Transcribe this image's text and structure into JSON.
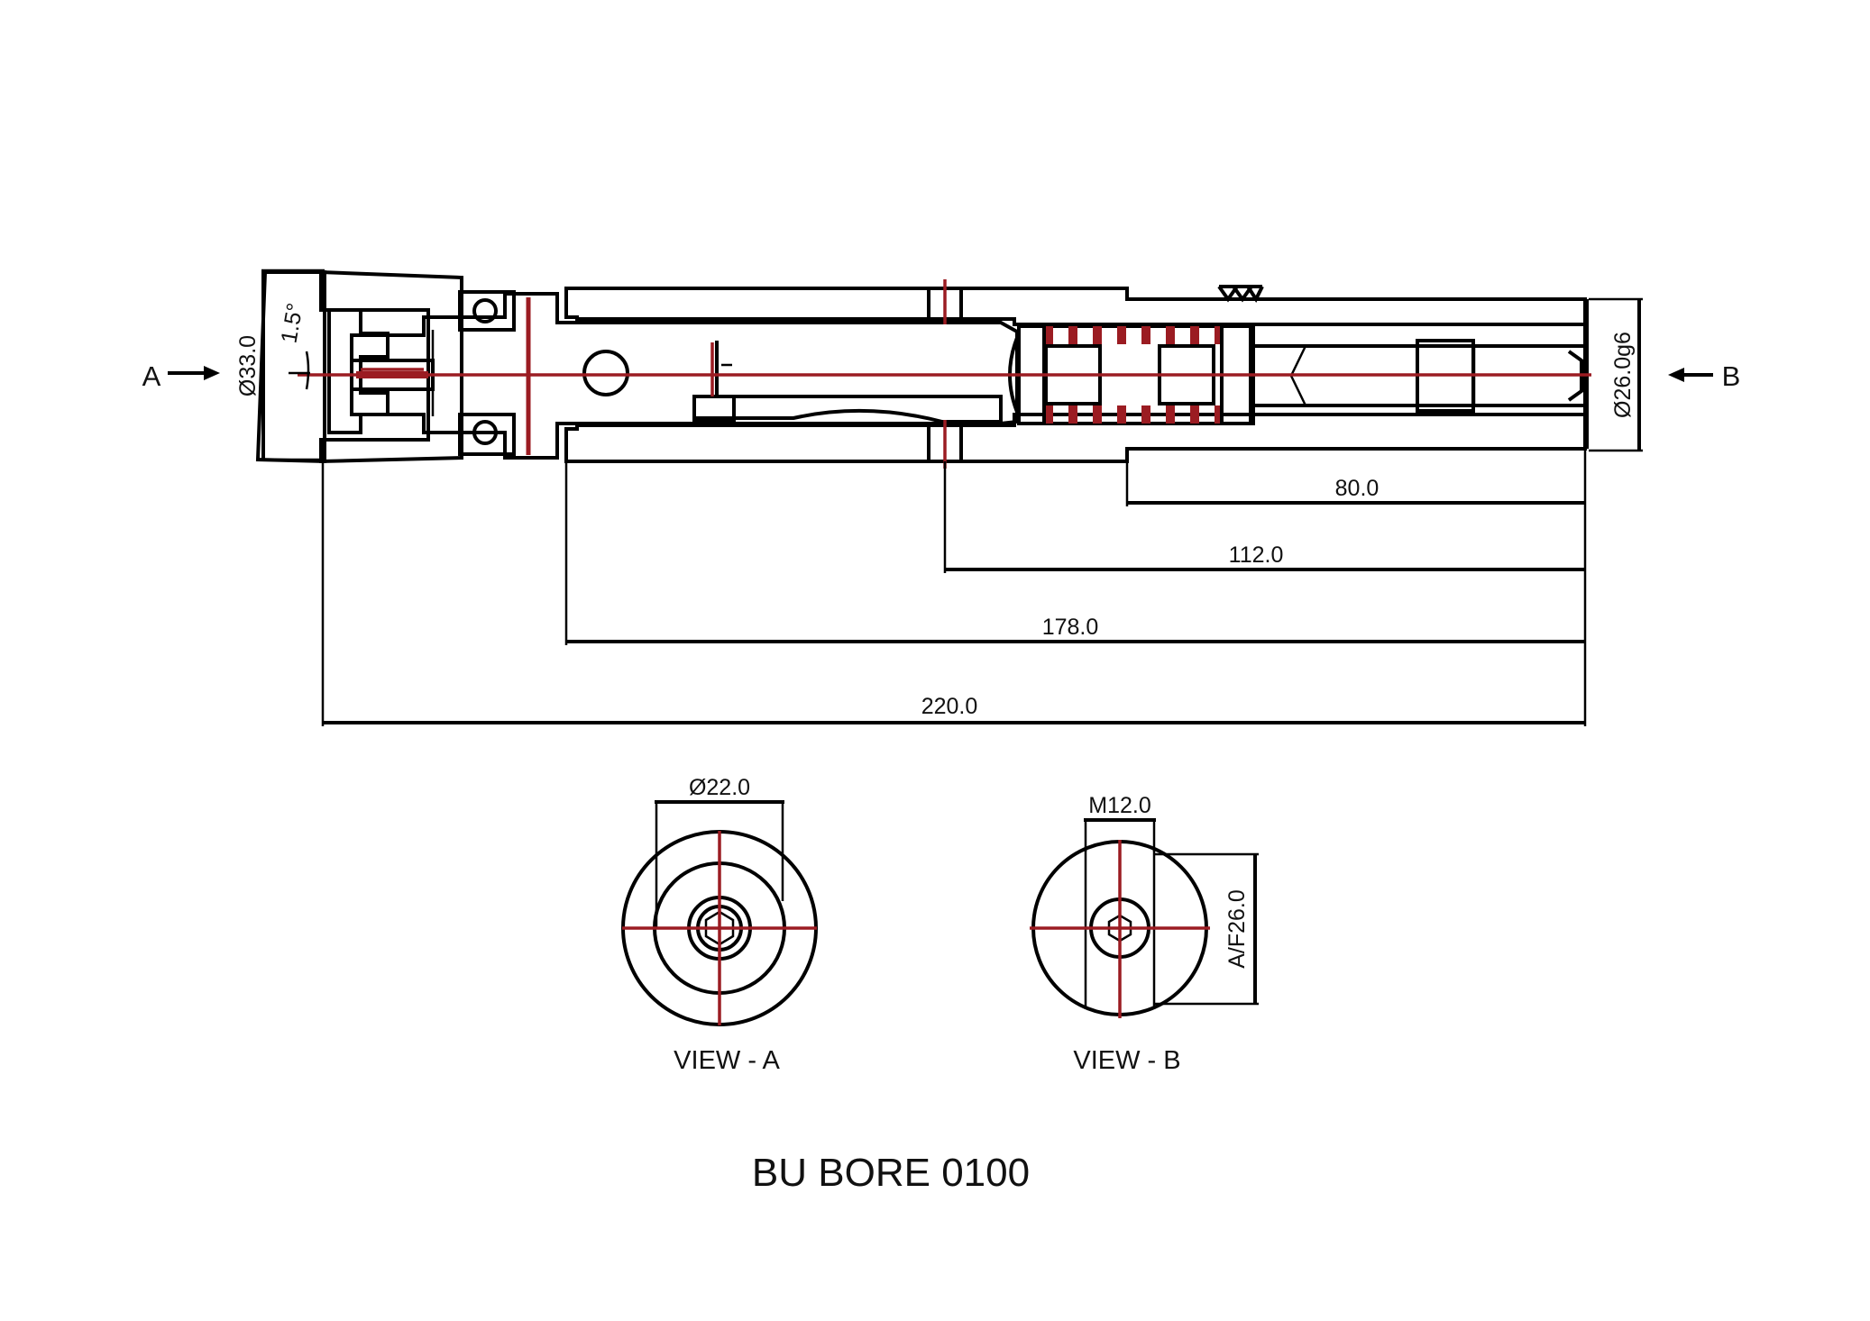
{
  "drawing": {
    "title": "BU BORE 0100",
    "view_labels": {
      "a": "VIEW - A",
      "b": "VIEW - B"
    },
    "view_markers": {
      "a": "A",
      "b": "B"
    },
    "dimensions": {
      "d_80": "80.0",
      "d_112": "112.0",
      "d_178": "178.0",
      "d_220": "220.0",
      "dia_33": "Ø33.0",
      "dia_26": "Ø26.0g6",
      "angle": "1.5°",
      "dia_22": "Ø22.0",
      "m12": "M12.0",
      "af26": "A/F26.0"
    }
  },
  "colors": {
    "red_hatch": "#9b1c22",
    "green_hatch": "#1f7a3f",
    "blue_hatch": "#2c3c9a",
    "orange_hatch": "#d27a2e",
    "purple_hatch": "#7a2f8c",
    "centerline": "#9b1c22",
    "outline": "#000000"
  }
}
